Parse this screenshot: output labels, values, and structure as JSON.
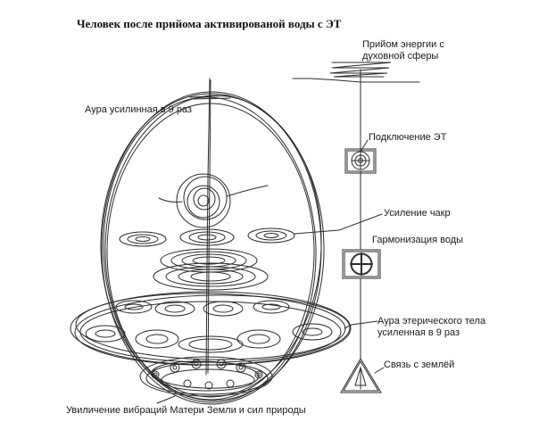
{
  "title": "Человек после прийома активированой воды с ЭТ",
  "labels": {
    "energy_intake": [
      "Прийом энергии с",
      "духовной сферы"
    ],
    "aura": "Аура усилинная в 9 раз",
    "connection": "Подключение ЭТ",
    "chakra": "Усиление чакр",
    "harmonization": "Гармонизация воды",
    "etheric_aura": [
      "Аура  этерического тела",
      "усиленная в 9 раз"
    ],
    "earth_link": "Связь с землёй",
    "earth_vibration": "Увиличение вибраций Матери Земли и сил природы"
  },
  "colors": {
    "ink": "#2b2b2b",
    "text": "#1a1a1a"
  }
}
